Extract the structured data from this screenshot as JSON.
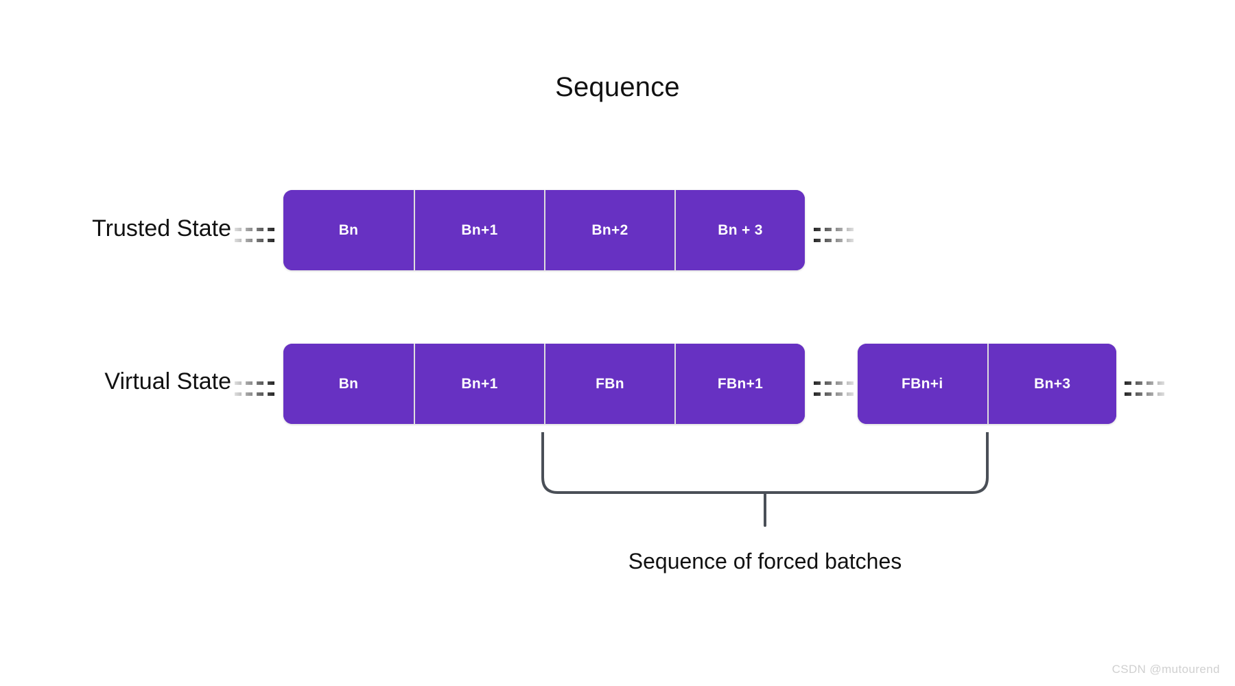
{
  "title": "Sequence",
  "rows": [
    {
      "label": "Trusted State",
      "groups": [
        {
          "blocks": [
            "Bn",
            "Bn+1",
            "Bn+2",
            "Bn + 3"
          ]
        }
      ]
    },
    {
      "label": "Virtual State",
      "groups": [
        {
          "blocks": [
            "Bn",
            "Bn+1",
            "FBn",
            "FBn+1"
          ]
        },
        {
          "blocks": [
            "FBn+i",
            "Bn+3"
          ]
        }
      ]
    }
  ],
  "annotation": {
    "caption": "Sequence of forced batches"
  },
  "watermark": "CSDN @mutourend",
  "colors": {
    "block_fill": "#6731c2",
    "block_text": "#ffffff",
    "block_divider": "#dedede",
    "text": "#111111",
    "brace_stroke": "#4a4f57",
    "dash": "#2b2b2b",
    "watermark": "#d0d0d0",
    "background": "#ffffff"
  }
}
